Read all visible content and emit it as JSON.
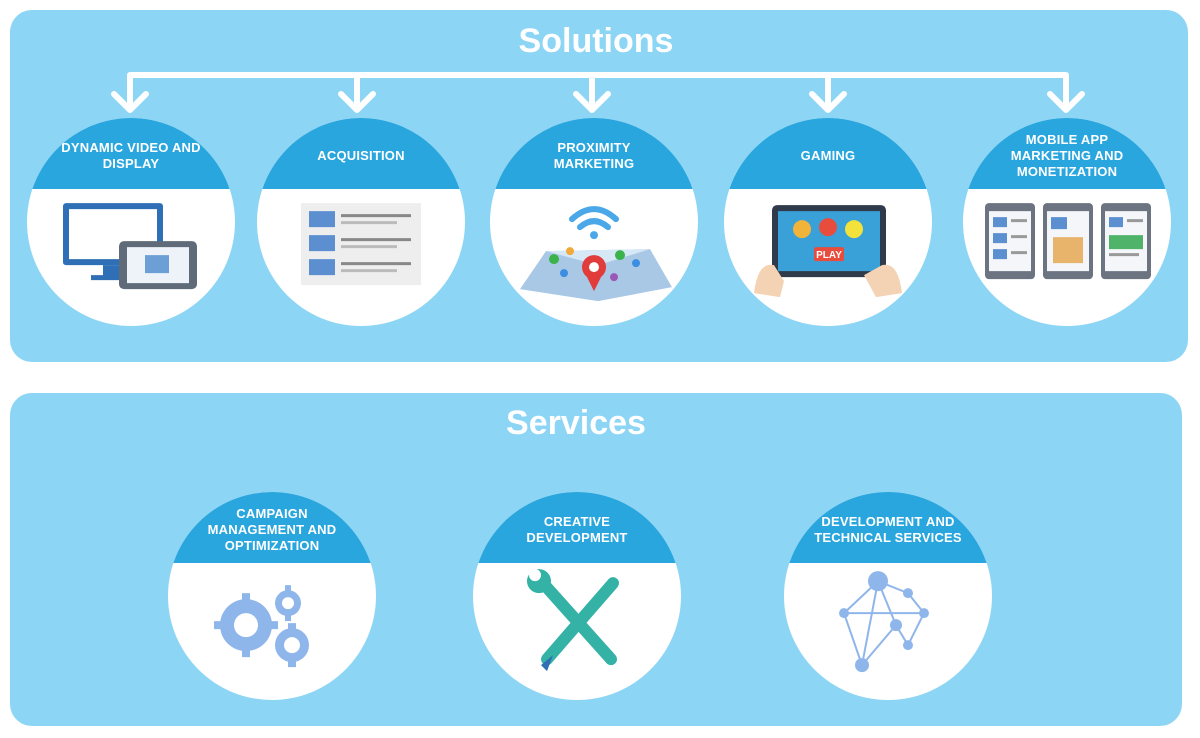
{
  "solutions": {
    "title": "Solutions",
    "items": [
      {
        "label": "DYNAMIC VIDEO AND DISPLAY",
        "icon": "monitor-tablet-icon"
      },
      {
        "label": "ACQUISITION",
        "icon": "list-document-icon"
      },
      {
        "label": "PROXIMITY MARKETING",
        "icon": "map-pins-wifi-icon"
      },
      {
        "label": "GAMING",
        "icon": "tablet-game-play-icon"
      },
      {
        "label": "MOBILE APP MARKETING AND MONETIZATION",
        "icon": "mobile-phones-icon"
      }
    ]
  },
  "services": {
    "title": "Services",
    "items": [
      {
        "label": "CAMPAIGN MANAGEMENT AND OPTIMIZATION",
        "icon": "gears-icon"
      },
      {
        "label": "CREATIVE DEVELOPMENT",
        "icon": "wrench-pencil-icon"
      },
      {
        "label": "DEVELOPMENT AND TECHNICAL SERVICES",
        "icon": "network-nodes-icon"
      }
    ]
  },
  "game_button_text": "PLAY",
  "colors": {
    "panel": "#8dd5f5",
    "band": "#2aa6de",
    "arrow": "#ffffff",
    "icon_blue": "#2f6fb5",
    "icon_light_blue": "#7ab8f5"
  }
}
